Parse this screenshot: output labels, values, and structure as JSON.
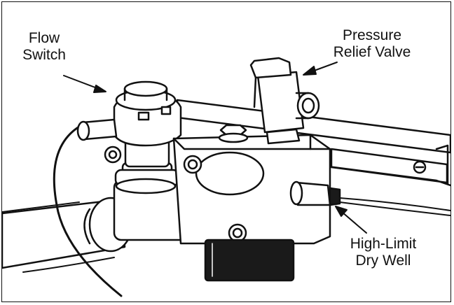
{
  "labels": {
    "flow_switch": [
      "Flow",
      "Switch"
    ],
    "pressure_relief_valve": [
      "Pressure",
      "Relief Valve"
    ],
    "high_limit_dry_well": [
      "High-Limit",
      "Dry Well"
    ]
  },
  "colors": {
    "line": "#111111",
    "fill": "#ffffff",
    "dark": "#1a1a1a"
  }
}
